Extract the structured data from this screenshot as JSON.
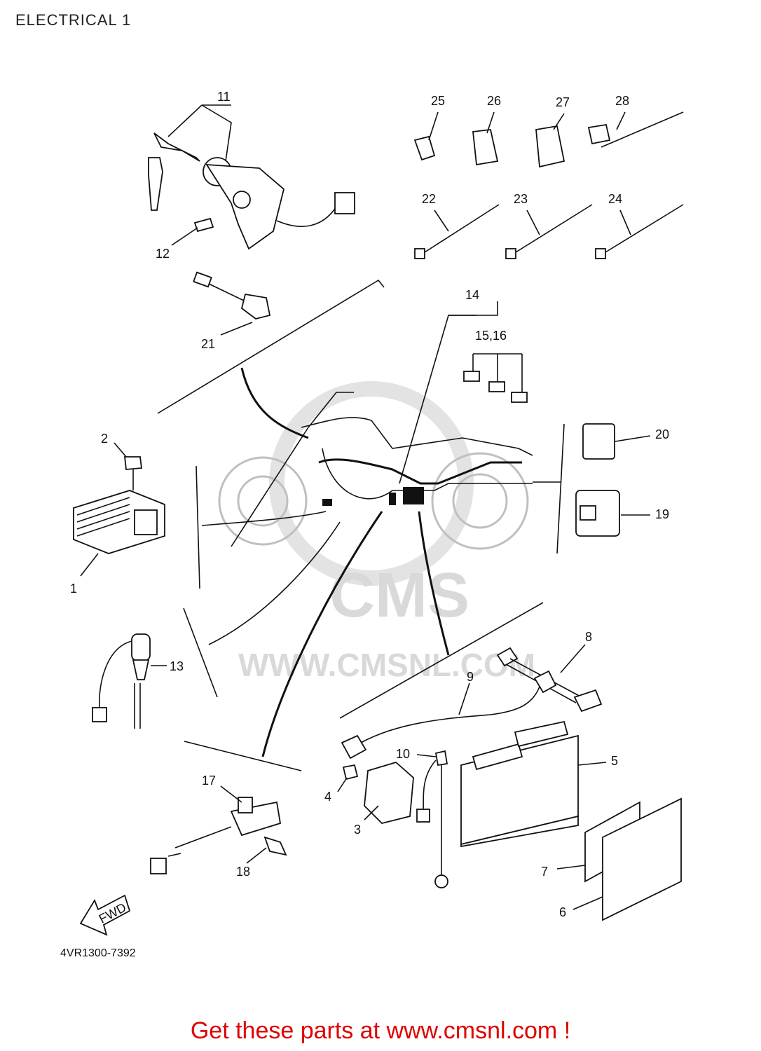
{
  "title": "ELECTRICAL 1",
  "drawing_code": "4VR1300-7392",
  "cta": "Get these parts at www.cmsnl.com !",
  "watermark": {
    "brand": "CMS",
    "url": "WWW.CMSNL.COM"
  },
  "fwd_label": "FWD",
  "callouts": {
    "n1": "1",
    "n2": "2",
    "n3": "3",
    "n4": "4",
    "n5": "5",
    "n6": "6",
    "n7": "7",
    "n8": "8",
    "n9": "9",
    "n10": "10",
    "n11": "11",
    "n12": "12",
    "n13": "13",
    "n14": "14",
    "n15_16": "15,16",
    "n17": "17",
    "n18": "18",
    "n19": "19",
    "n20": "20",
    "n21": "21",
    "n22": "22",
    "n23": "23",
    "n24": "24",
    "n25": "25",
    "n26": "26",
    "n27": "27",
    "n28": "28"
  },
  "colors": {
    "cta": "#e00000",
    "watermark": "#d9d9d9",
    "line": "#111111"
  }
}
